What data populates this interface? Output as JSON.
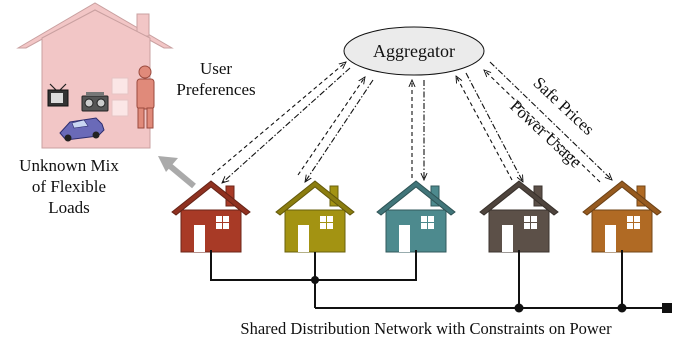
{
  "aggregator": {
    "label": "Aggregator"
  },
  "user_preferences": {
    "line1": "User",
    "line2": "Preferences"
  },
  "flexible_loads": {
    "line1": "Unknown Mix",
    "line2": "of Flexible",
    "line3": "Loads"
  },
  "arrow_labels": {
    "safe_prices": "Safe Prices",
    "power_usage": "Power Usage"
  },
  "network": {
    "caption": "Shared Distribution Network with Constraints on Power"
  },
  "houses": [
    {
      "name": "house-1",
      "color": "#a83a26"
    },
    {
      "name": "house-2",
      "color": "#a39312"
    },
    {
      "name": "house-3",
      "color": "#4d8a8e"
    },
    {
      "name": "house-4",
      "color": "#5c5048"
    },
    {
      "name": "house-5",
      "color": "#b06a24"
    }
  ],
  "big_house_color": "#f2c6c6",
  "person_color": "#e08a7a",
  "car_color": "#6a6ab8"
}
